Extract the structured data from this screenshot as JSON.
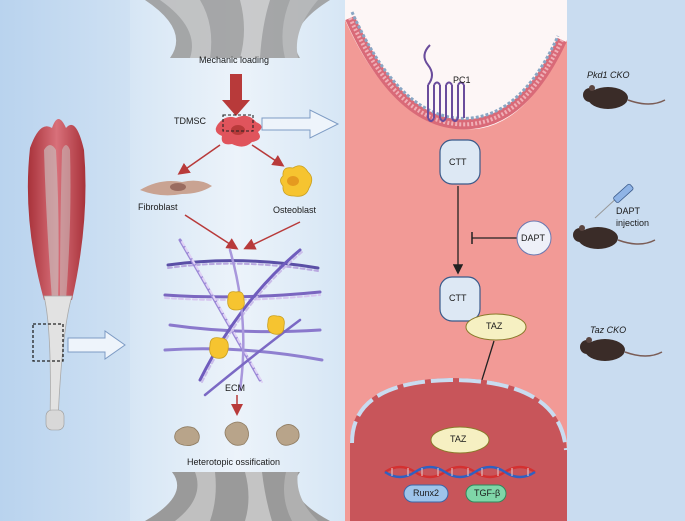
{
  "labels": {
    "mechanic_loading": "Mechanic loading",
    "tdmsc": "TDMSC",
    "fibroblast": "Fibroblast",
    "osteoblast": "Osteoblast",
    "ecm": "ECM",
    "heterotopic": "Heterotopic ossification",
    "pc1": "PC1",
    "ctt_top": "CTT",
    "ctt_bottom": "CTT",
    "dapt": "DAPT",
    "taz_cyto": "TAZ",
    "taz_nuc": "TAZ",
    "runx2": "Runx2",
    "tgfb": "TGF-β",
    "pkd1": "Pkd1 CKO",
    "dapt_inj_1": "DAPT",
    "dapt_inj_2": "injection",
    "taz_cko": "Taz CKO"
  },
  "colors": {
    "panel_blue": "#cfe0f2",
    "cell_pink": "#f29a96",
    "nucleus_red": "#c8555a",
    "membrane": "#d96a78",
    "arrow_red": "#b83a3a",
    "ctt_fill": "#dde8f4",
    "taz_fill": "#f6f0c2",
    "runx2_fill": "#9ec4ea",
    "tgfb_fill": "#7fd6a8"
  },
  "icons": [
    "tendon-muscle-icon",
    "cell-icon",
    "fibroblast-icon",
    "osteoblast-icon",
    "collagen-fiber-icon",
    "bone-fragment-icon",
    "receptor-icon",
    "dna-icon",
    "mouse-icon",
    "syringe-icon"
  ]
}
